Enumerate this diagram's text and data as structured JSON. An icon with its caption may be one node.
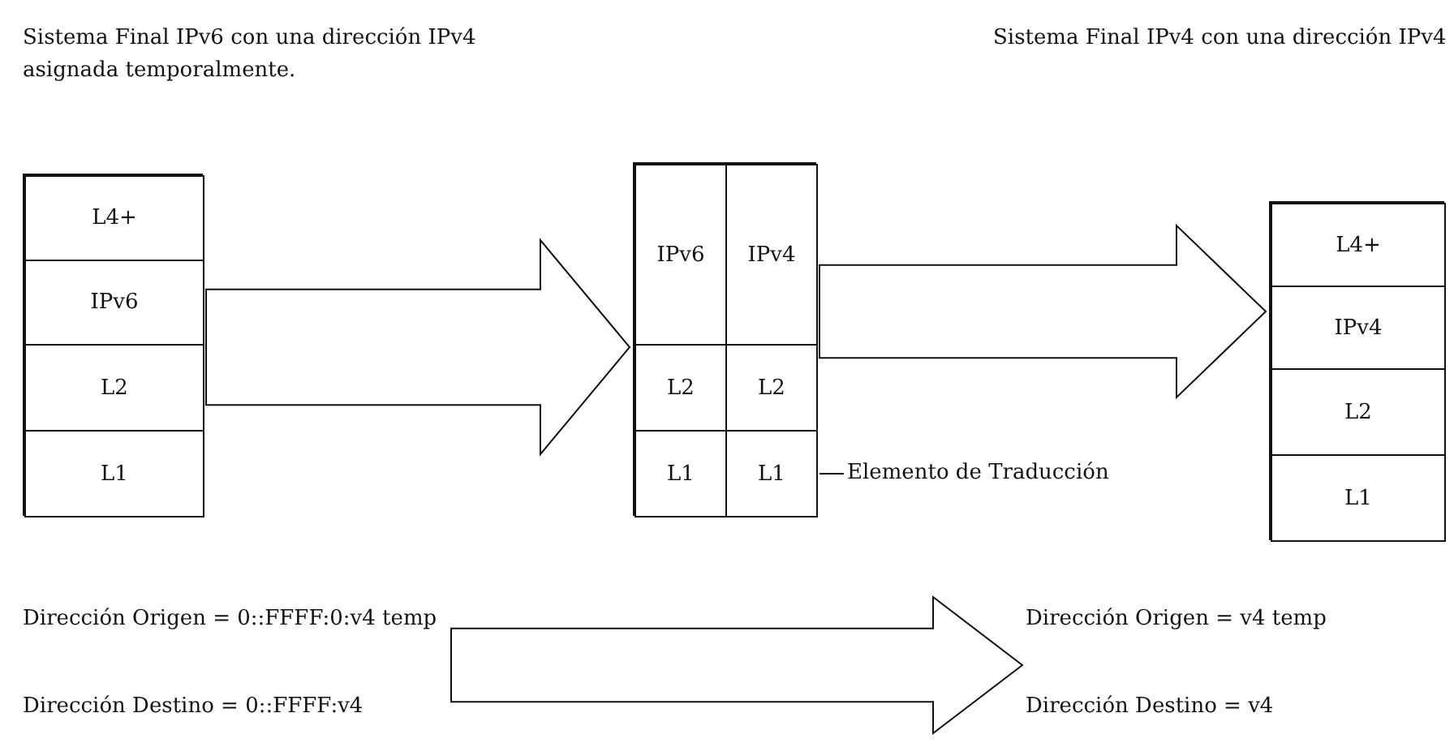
{
  "diagram": {
    "nodes": [
      {
        "text": [],
        "shape": "box"
      },
      {
        "text": [
          "L4+"
        ],
        "in": 0
      },
      {
        "text": [
          "IPv6"
        ],
        "in": 0
      },
      {
        "text": [
          "L2"
        ],
        "in": 0
      },
      {
        "text": [
          "L1"
        ],
        "in": 0
      },
      {
        "text": [],
        "shape": "box"
      },
      {
        "text": [
          "IPv6"
        ],
        "in": 5
      },
      {
        "text": [
          "IPv4"
        ],
        "in": 5
      },
      {
        "text": [
          "L2"
        ],
        "in": 5
      },
      {
        "text": [
          "L2"
        ],
        "in": 5
      },
      {
        "text": [
          "L1"
        ],
        "in": 5
      },
      {
        "text": [
          "L1"
        ],
        "in": 5
      },
      {
        "text": [
          "Elemento de Traducción"
        ]
      },
      {
        "text": [],
        "shape": "box"
      },
      {
        "text": [
          "L4+"
        ],
        "in": 13
      },
      {
        "text": [
          "IPv4"
        ],
        "in": 13
      },
      {
        "text": [
          "L2"
        ],
        "in": 13
      },
      {
        "text": [
          "L1"
        ],
        "in": 13
      },
      {
        "text": [
          "Dirección Origen = 0::FFFF:0:v4 temp",
          "Dirección Destino = 0::FFFF:v4"
        ]
      },
      {
        "text": [
          "Dirección Origen = v4 temp",
          "Dirección Destino = v4"
        ]
      }
    ],
    "edges": [
      {
        "from": 0,
        "to": 5,
        "arrow": "to"
      },
      {
        "from": 5,
        "to": 13,
        "arrow": "to"
      },
      {
        "from": 12,
        "to": 5,
        "arrow": "none"
      },
      {
        "from": 18,
        "to": 19,
        "arrow": "to"
      }
    ],
    "labels": [
      "Sistema Final IPv6 con una dirección IPv4 asignada temporalmente.",
      "Sistema Final IPv4 con una dirección IPv4"
    ]
  }
}
